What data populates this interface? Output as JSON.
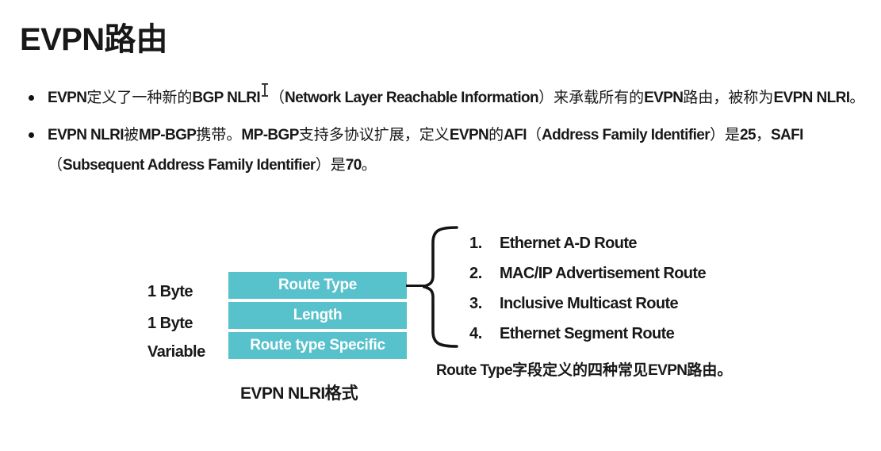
{
  "colors": {
    "background": "#ffffff",
    "field_fill": "#57c1cc",
    "field_text": "#ffffff",
    "text": "#181818"
  },
  "title": {
    "segments": [
      {
        "t": "EVPN",
        "s": "en"
      },
      {
        "t": "路由",
        "s": "zhb"
      }
    ]
  },
  "bullets": [
    {
      "lines": [
        {
          "segments": [
            {
              "t": "EVPN",
              "s": "en"
            },
            {
              "t": "定义了一种新的",
              "s": "zh"
            },
            {
              "t": "BGP NLRI",
              "s": "en"
            },
            {
              "t": "",
              "s": "cursor",
              "icon": "text-cursor-icon"
            },
            {
              "t": "（",
              "s": "zh"
            },
            {
              "t": "Network Layer Reachable Information",
              "s": "en"
            },
            {
              "t": "）来承载所有的",
              "s": "zh"
            },
            {
              "t": "EVPN",
              "s": "en"
            },
            {
              "t": "路由，被称为",
              "s": "zh"
            },
            {
              "t": "EVPN NLRI",
              "s": "en"
            },
            {
              "t": "。",
              "s": "zh"
            }
          ]
        }
      ]
    },
    {
      "lines": [
        {
          "segments": [
            {
              "t": "EVPN NLRI",
              "s": "en"
            },
            {
              "t": "被",
              "s": "zh"
            },
            {
              "t": "MP-BGP",
              "s": "en"
            },
            {
              "t": "携带。",
              "s": "zh"
            },
            {
              "t": "MP-BGP",
              "s": "en"
            },
            {
              "t": "支持多协议扩展，定义",
              "s": "zh"
            },
            {
              "t": "EVPN",
              "s": "en"
            },
            {
              "t": "的",
              "s": "zh"
            },
            {
              "t": "AFI",
              "s": "en"
            },
            {
              "t": "（",
              "s": "zh"
            },
            {
              "t": "Address Family Identifier",
              "s": "en"
            },
            {
              "t": "）是",
              "s": "zh"
            },
            {
              "t": "25",
              "s": "en"
            },
            {
              "t": "，",
              "s": "zh"
            },
            {
              "t": "SAFI",
              "s": "en"
            }
          ]
        },
        {
          "segments": [
            {
              "t": "（",
              "s": "zh"
            },
            {
              "t": "Subsequent Address Family Identifier",
              "s": "en"
            },
            {
              "t": "）是",
              "s": "zh"
            },
            {
              "t": "70",
              "s": "en"
            },
            {
              "t": "。",
              "s": "zh"
            }
          ]
        }
      ]
    }
  ],
  "diagram": {
    "fields": [
      {
        "size": "1 Byte",
        "name": "Route Type"
      },
      {
        "size": "1 Byte",
        "name": "Length"
      },
      {
        "size": "Variable",
        "name": "Route type Specific"
      }
    ],
    "caption": {
      "segments": [
        {
          "t": "EVPN NLRI",
          "s": "en"
        },
        {
          "t": "格式",
          "s": "zhb"
        }
      ]
    },
    "route_types": [
      {
        "num": "1.",
        "label": "Ethernet A-D Route"
      },
      {
        "num": "2.",
        "label": "MAC/IP Advertisement Route"
      },
      {
        "num": "3.",
        "label": "Inclusive Multicast Route"
      },
      {
        "num": "4.",
        "label": "Ethernet Segment Route"
      }
    ],
    "note": {
      "segments": [
        {
          "t": "Route Type",
          "s": "en"
        },
        {
          "t": "字段定义的四种常见",
          "s": "zhb"
        },
        {
          "t": "EVPN",
          "s": "en"
        },
        {
          "t": "路由。",
          "s": "zhb"
        }
      ]
    }
  }
}
